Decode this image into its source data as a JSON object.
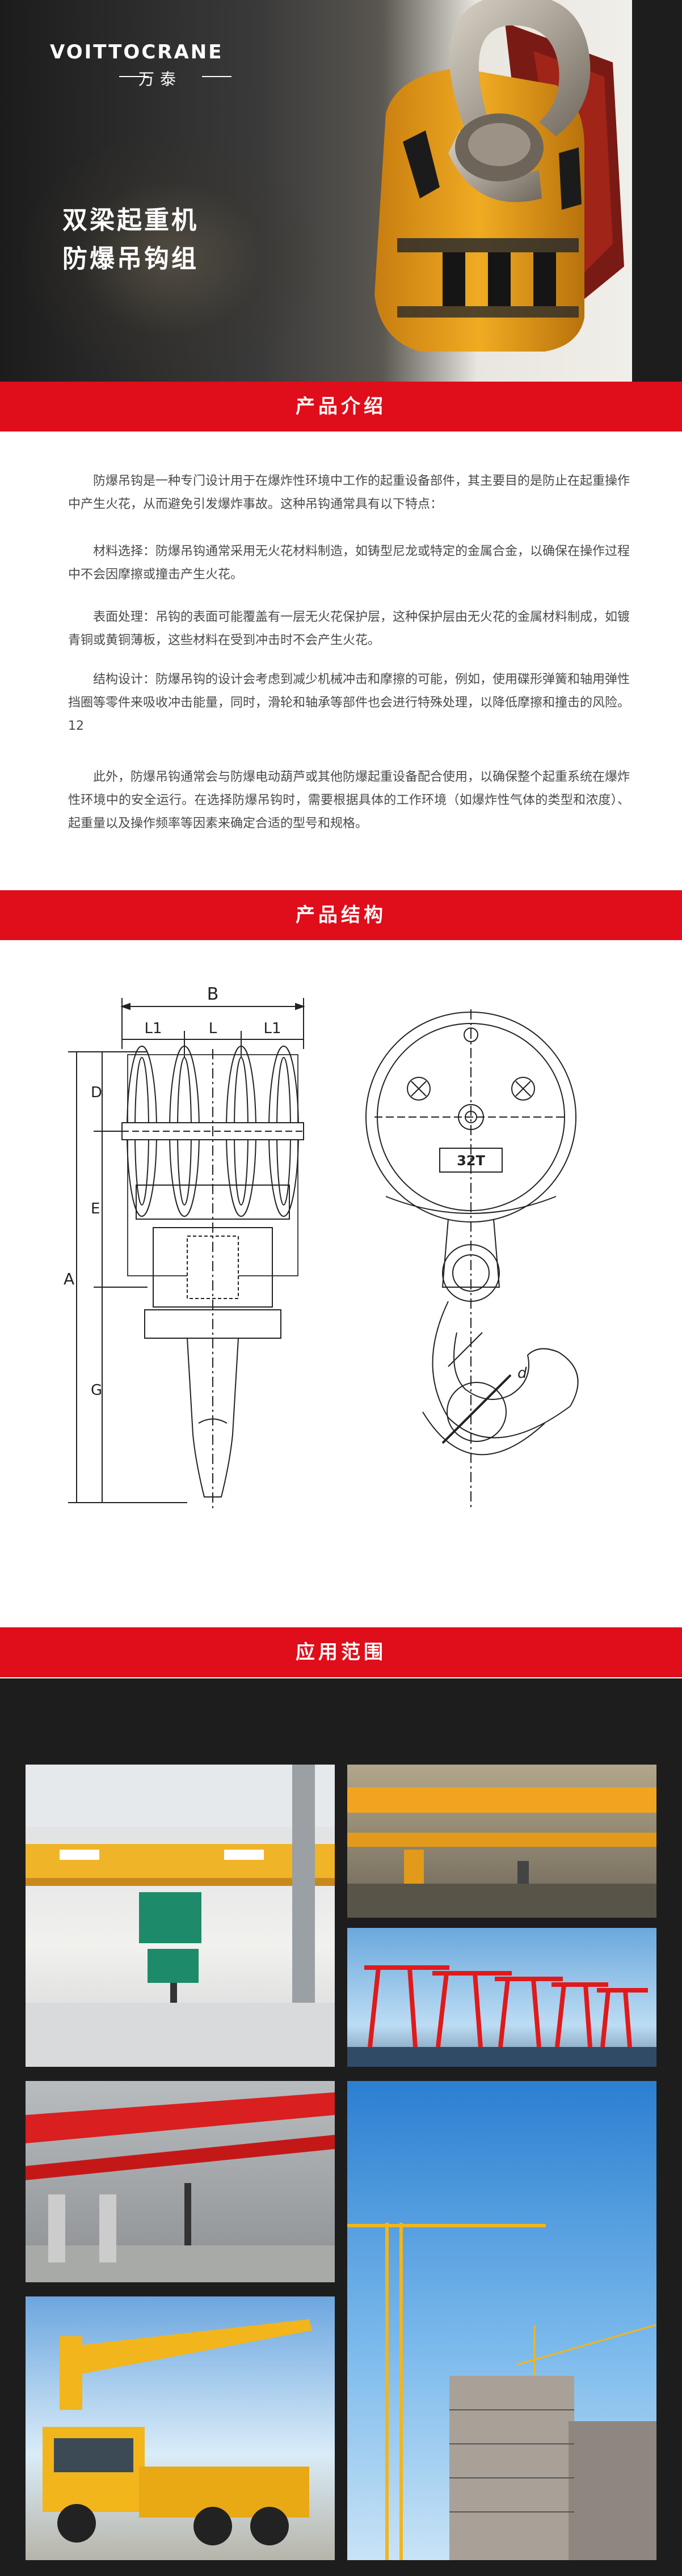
{
  "hero": {
    "logo_text": "VOITTOCRANE",
    "logo_cn": "万泰",
    "title_line1": "双梁起重机",
    "title_line2": "防爆吊钩组"
  },
  "sections": {
    "intro_title": "产品介绍",
    "structure_title": "产品结构",
    "application_title": "应用范围"
  },
  "intro": {
    "p1": "防爆吊钩是一种专门设计用于在爆炸性环境中工作的起重设备部件，其主要目的是防止在起重操作中产生火花，从而避免引发爆炸事故。这种吊钩通常具有以下特点：",
    "p2": "材料选择：防爆吊钩通常采用无火花材料制造，如铸型尼龙或特定的金属合金，以确保在操作过程中不会因摩擦或撞击产生火花。",
    "p3": "表面处理：吊钩的表面可能覆盖有一层无火花保护层，这种保护层由无火花的金属材料制成，如镀青铜或黄铜薄板，这些材料在受到冲击时不会产生火花。",
    "p4": "结构设计：防爆吊钩的设计会考虑到减少机械冲击和摩擦的可能，例如，使用碟形弹簧和轴用弹性挡圈等零件来吸收冲击能量，同时，滑轮和轴承等部件也会进行特殊处理，以降低摩擦和撞击的风险。12",
    "p5": "此外，防爆吊钩通常会与防爆电动葫芦或其他防爆起重设备配合使用，以确保整个起重系统在爆炸性环境中的安全运行。在选择防爆吊钩时，需要根据具体的工作环境（如爆炸性气体的类型和浓度）、起重量以及操作频率等因素来确定合适的型号和规格。"
  },
  "diagram": {
    "label_B": "B",
    "label_L1a": "L1",
    "label_L": "L",
    "label_L1b": "L1",
    "label_A": "A",
    "label_D": "D",
    "label_E": "E",
    "label_G": "G",
    "label_d": "d",
    "plate_text": "32T"
  },
  "colors": {
    "accent_red": "#e00d1a",
    "dark_bg": "#1d1d1d",
    "hook_yellow": "#e8a11c"
  }
}
